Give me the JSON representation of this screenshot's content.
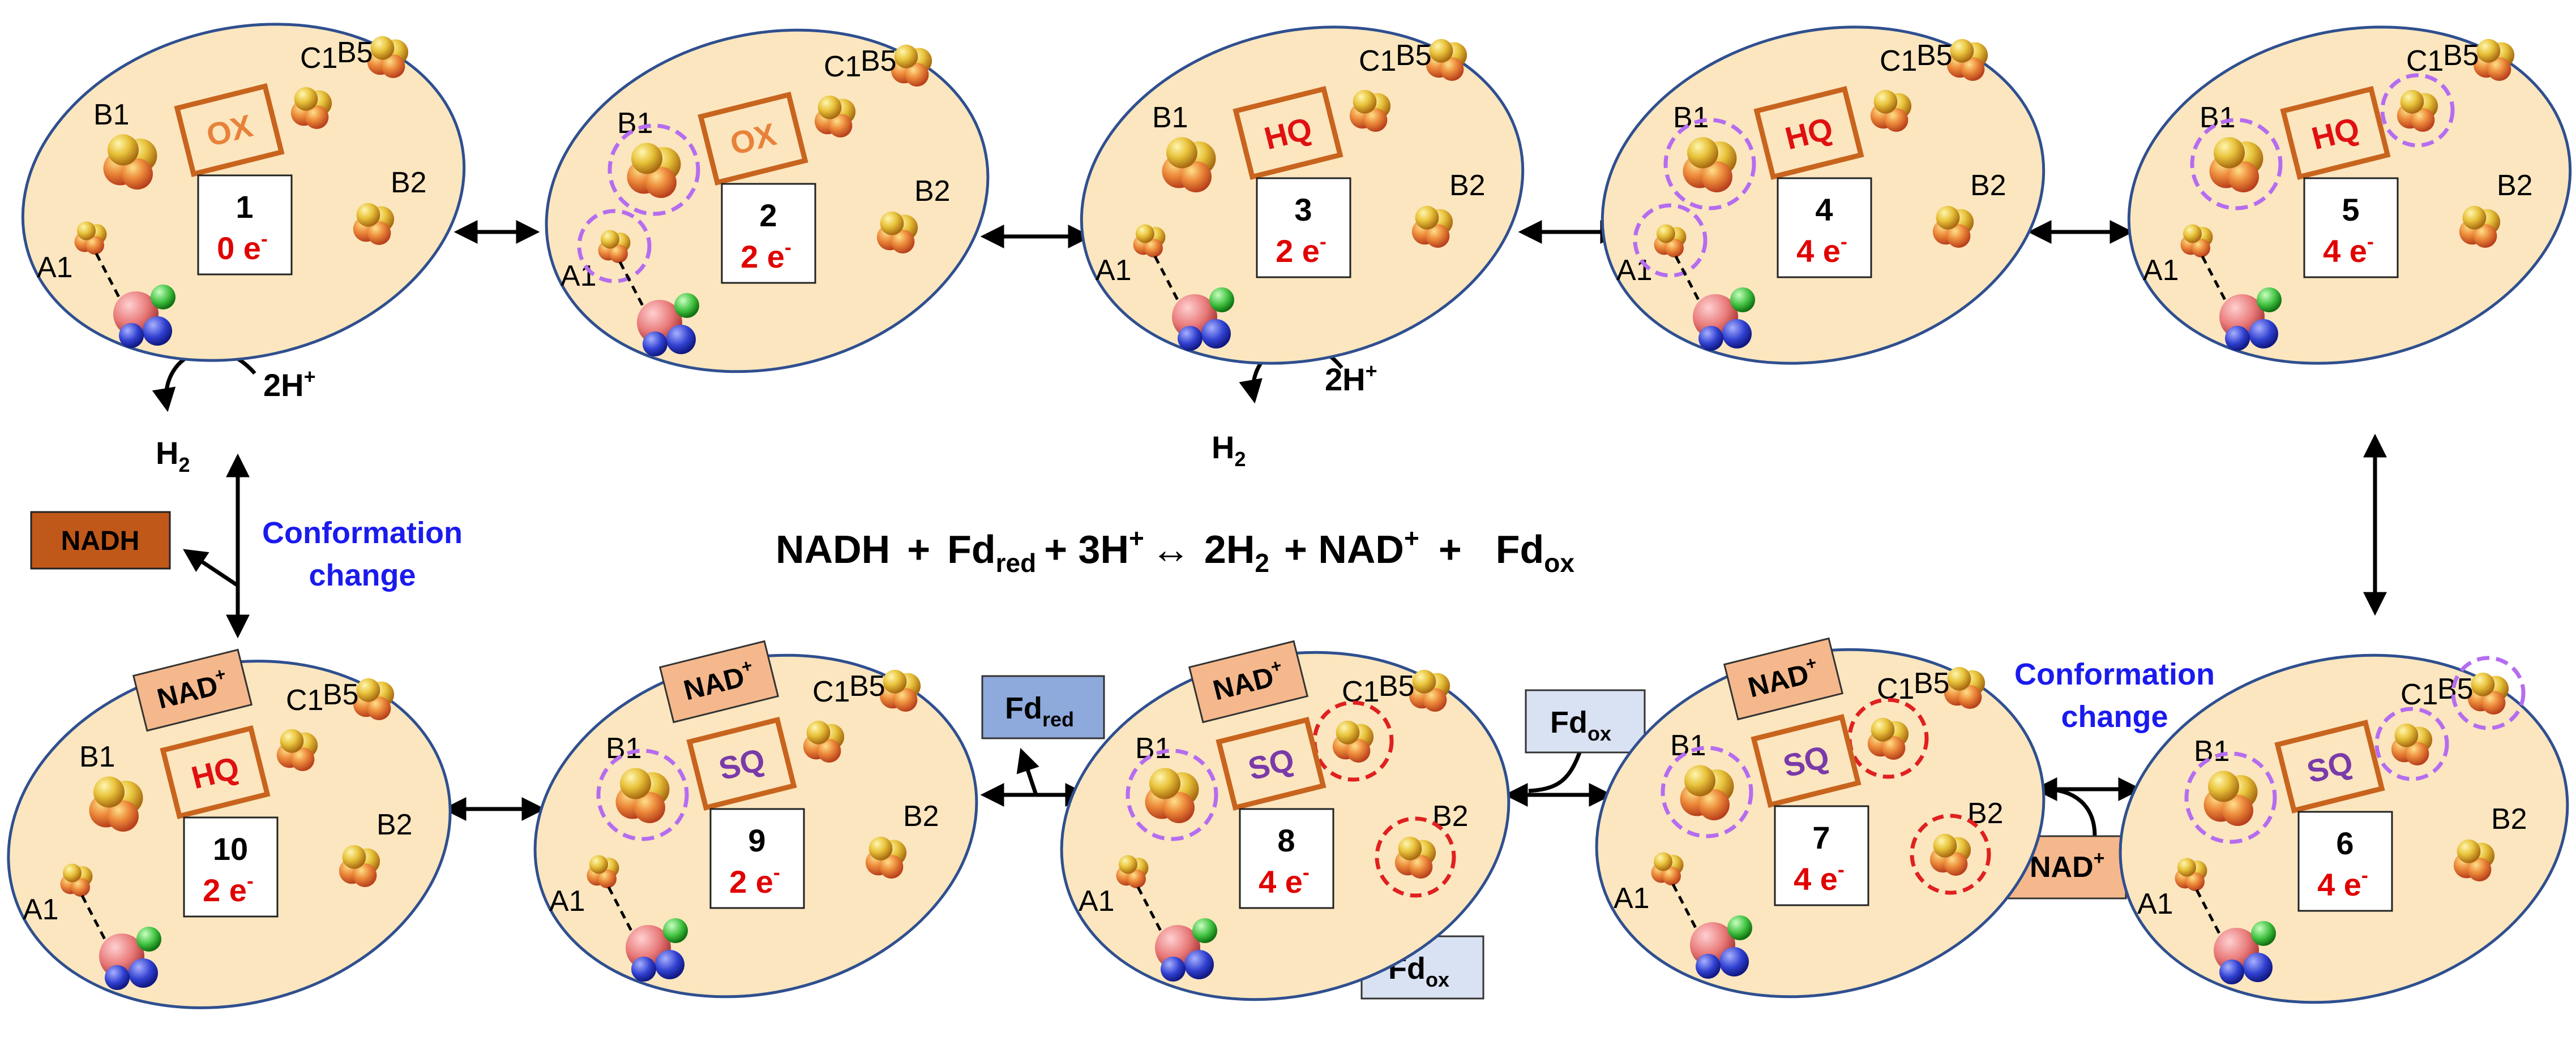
{
  "equation": {
    "nadh": "NADH",
    "plus1": "+",
    "fd": "Fd",
    "fd_sub": "red",
    "protons": "+ 3H",
    "proton_sup": "+",
    "arrow": "↔",
    "h2": "2H",
    "h2_sub": "2",
    "nad": "+ NAD",
    "nad_sup": "+",
    "plus2": "+",
    "fdox": "Fd",
    "fdox_sub": "ox"
  },
  "labels": {
    "h2": "H",
    "h2_sub": "2",
    "two_h": "2H",
    "two_h_sup": "+",
    "nadh": "NADH",
    "conformation_line1": "Conformation",
    "conformation_line2": "change",
    "nad": "NAD",
    "nad_sup": "+",
    "fd": "Fd",
    "red_sub": "red",
    "ox_sub": "ox",
    "arrow_lr": "↔"
  },
  "cluster_labels": [
    "A1",
    "B1",
    "C1",
    "B2",
    "B5"
  ],
  "states": [
    {
      "num": "1",
      "electrons": "0 e",
      "e_sup": "-",
      "flavin": "OX"
    },
    {
      "num": "2",
      "electrons": "2 e",
      "e_sup": "-",
      "flavin": "OX"
    },
    {
      "num": "3",
      "electrons": "2 e",
      "e_sup": "-",
      "flavin": "HQ"
    },
    {
      "num": "4",
      "electrons": "4 e",
      "e_sup": "-",
      "flavin": "HQ"
    },
    {
      "num": "5",
      "electrons": "4 e",
      "e_sup": "-",
      "flavin": "HQ"
    },
    {
      "num": "6",
      "electrons": "4 e",
      "e_sup": "-",
      "flavin": "SQ"
    },
    {
      "num": "7",
      "electrons": "4 e",
      "e_sup": "-",
      "flavin": "SQ"
    },
    {
      "num": "8",
      "electrons": "4 e",
      "e_sup": "-",
      "flavin": "SQ"
    },
    {
      "num": "9",
      "electrons": "2 e",
      "e_sup": "-",
      "flavin": "SQ"
    },
    {
      "num": "10",
      "electrons": "2 e",
      "e_sup": "-",
      "flavin": "HQ"
    }
  ],
  "colors": {
    "ellipse_fill": "#fbe6bf",
    "ellipse_stroke": "#2f4f8f",
    "flavin_box": "#c8641e",
    "flavin_ox": "#e8823a",
    "flavin_hq": "#e01010",
    "flavin_sq": "#7a3aa8",
    "electron_text": "#e00000",
    "purple_dash": "#b56cf0",
    "red_dash": "#e02020",
    "nadh_box": "#c0581a",
    "nad_box": "#f5b88c",
    "fd_red_box": "#8ea9db",
    "fd_ox_box": "#d9e2f3",
    "conformation_text": "#1a1aee"
  }
}
